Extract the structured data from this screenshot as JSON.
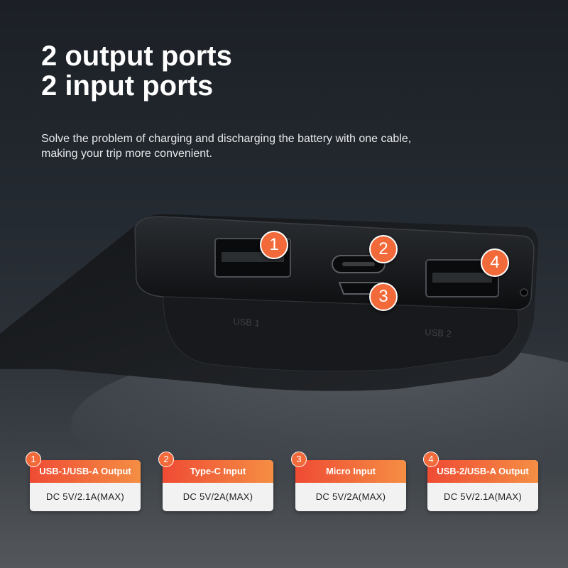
{
  "headline": {
    "line1": "2 output ports",
    "line2": "2 input ports"
  },
  "subtitle": "Solve the problem of charging and discharging the battery with one cable, making your trip more convenient.",
  "product": {
    "engravings": [
      "USB 1",
      "USB 2"
    ],
    "callouts": [
      "1",
      "2",
      "3",
      "4"
    ]
  },
  "colors": {
    "accent": "#f26a3a",
    "gradient_start": "#ef4b34",
    "gradient_end": "#f58e44"
  },
  "ports": [
    {
      "number": "1",
      "title": "USB-1/USB-A Output",
      "spec": "DC 5V/2.1A(MAX)"
    },
    {
      "number": "2",
      "title": "Type-C Input",
      "spec": "DC 5V/2A(MAX)"
    },
    {
      "number": "3",
      "title": "Micro Input",
      "spec": "DC 5V/2A(MAX)"
    },
    {
      "number": "4",
      "title": "USB-2/USB-A Output",
      "spec": "DC 5V/2.1A(MAX)"
    }
  ]
}
